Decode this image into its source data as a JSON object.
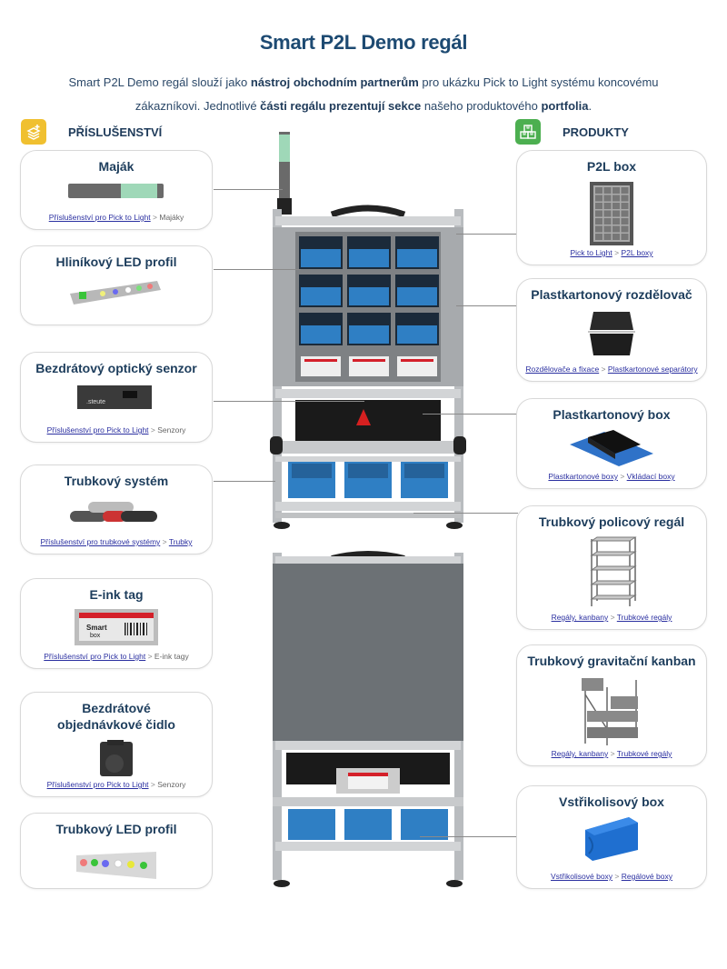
{
  "header": {
    "title": "Smart P2L Demo regál",
    "intro": [
      {
        "text": "Smart P2L Demo regál slouží jako ",
        "bold": false
      },
      {
        "text": "nástroj obchodním partnerům",
        "bold": true
      },
      {
        "text": " pro ukázku Pick to Light systému koncovému zákazníkovi. Jednotlivé ",
        "bold": false
      },
      {
        "text": "části regálu prezentují sekce",
        "bold": true
      },
      {
        "text": " našeho produktového ",
        "bold": false
      },
      {
        "text": "portfolia",
        "bold": true
      },
      {
        "text": ".",
        "bold": false
      }
    ]
  },
  "left_section": {
    "label": "PŘÍSLUŠENSTVÍ",
    "icon": "accessories-icon",
    "icon_color": "#f0c030",
    "cards": [
      {
        "title": "Maják",
        "image": "beacon-image",
        "links": [
          {
            "text": "Příslušenství pro Pick to Light",
            "link": true
          },
          {
            "text": "Majáky",
            "link": false
          }
        ]
      },
      {
        "title": "Hliníkový LED profil",
        "image": "aluminium-led-profile-image",
        "links": []
      },
      {
        "title": "Bezdrátový optický senzor",
        "image": "optical-sensor-image",
        "links": [
          {
            "text": "Příslušenství pro Pick to Light",
            "link": true
          },
          {
            "text": "Senzory",
            "link": false
          }
        ]
      },
      {
        "title": "Trubkový systém",
        "image": "tube-system-image",
        "links": [
          {
            "text": "Příslušenství pro trubkové systémy",
            "link": true
          },
          {
            "text": "Trubky",
            "link": true
          }
        ]
      },
      {
        "title": "E-ink tag",
        "image": "eink-tag-image",
        "links": [
          {
            "text": "Příslušenství pro Pick to Light",
            "link": true
          },
          {
            "text": "E-ink tagy",
            "link": false
          }
        ]
      },
      {
        "title": "Bezdrátové objednávkové čidlo",
        "image": "order-sensor-image",
        "links": [
          {
            "text": "Příslušenství pro Pick to Light",
            "link": true
          },
          {
            "text": "Senzory",
            "link": false
          }
        ]
      },
      {
        "title": "Trubkový LED profil",
        "image": "tube-led-profile-image",
        "links": []
      }
    ]
  },
  "right_section": {
    "label": "PRODUKTY",
    "icon": "products-icon",
    "icon_color": "#4caf50",
    "cards": [
      {
        "title": "P2L box",
        "image": "p2l-box-image",
        "links": [
          {
            "text": "Pick to Light",
            "link": true
          },
          {
            "text": "P2L boxy",
            "link": true
          }
        ]
      },
      {
        "title": "Plastkartonový rozdělovač",
        "image": "divider-image",
        "links": [
          {
            "text": "Rozdělovače a fixace",
            "link": true
          },
          {
            "text": "Plastkartonové separátory",
            "link": true
          }
        ]
      },
      {
        "title": "Plastkartonový box",
        "image": "plastic-carton-box-image",
        "links": [
          {
            "text": "Plastkartonové boxy",
            "link": true
          },
          {
            "text": "Vkládací boxy",
            "link": true
          }
        ]
      },
      {
        "title": "Trubkový policový regál",
        "image": "shelf-rack-image",
        "links": [
          {
            "text": "Regály, kanbany",
            "link": true
          },
          {
            "text": "Trubkové regály",
            "link": true
          }
        ]
      },
      {
        "title": "Trubkový gravitační kanban",
        "image": "gravity-kanban-image",
        "links": [
          {
            "text": "Regály, kanbany",
            "link": true
          },
          {
            "text": "Trubkové regály",
            "link": true
          }
        ]
      },
      {
        "title": "Vstřikolisový box",
        "image": "injection-box-image",
        "links": [
          {
            "text": "Vstřikolisové boxy",
            "link": true
          },
          {
            "text": "Regálové boxy",
            "link": true
          }
        ]
      }
    ]
  },
  "colors": {
    "title": "#1d4a72",
    "link": "#2a2fa0",
    "bin_blue": "#2f7fc4",
    "eink_red": "#d4202a",
    "accessories_yellow": "#f0c030",
    "products_green": "#4caf50"
  }
}
